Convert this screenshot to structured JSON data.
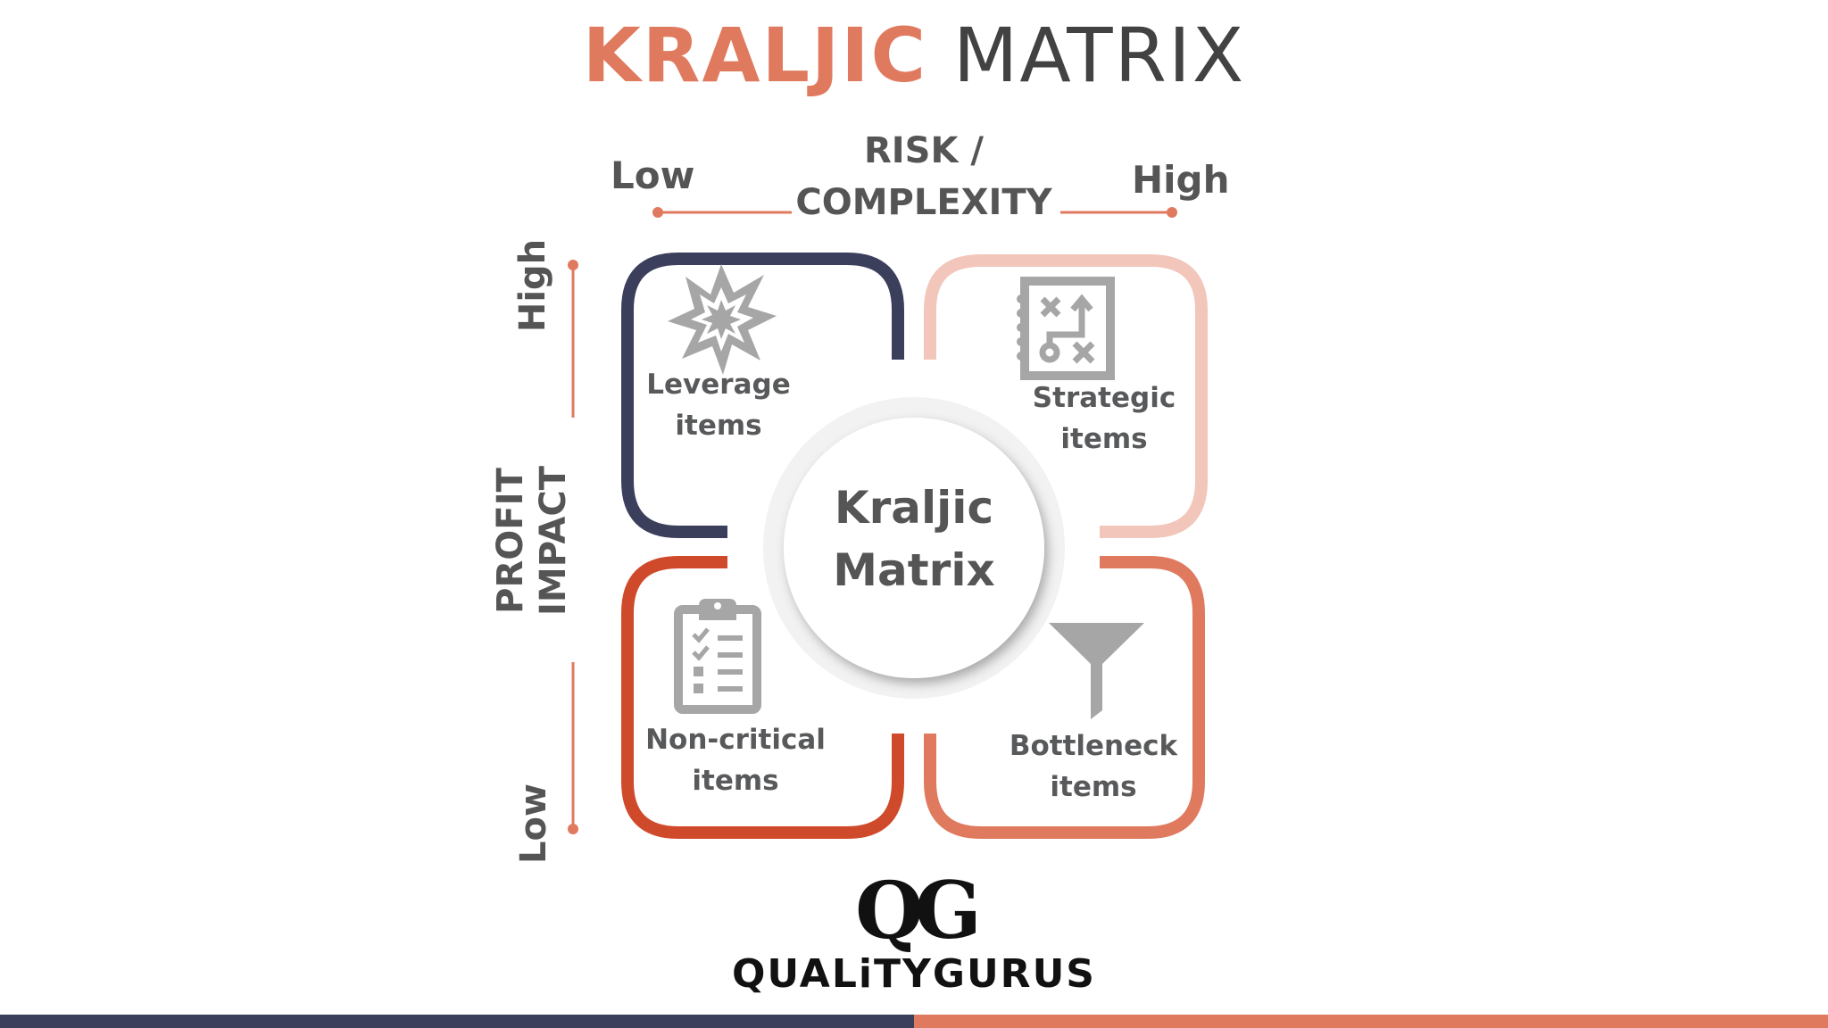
{
  "title": {
    "part1": "KRALJIC",
    "part2": "MATRIX"
  },
  "colors": {
    "accent": "#e07a5f",
    "navy": "#3b3f5c",
    "leverage_border": "#3b3f5c",
    "strategic_border": "#f2c6bb",
    "noncritical_border": "#cf4a2a",
    "bottleneck_border": "#df7a5f",
    "icon_gray": "#a6a6a6",
    "text_gray": "#58595b"
  },
  "x_axis": {
    "label_line1": "RISK /",
    "label_line2": "COMPLEXITY",
    "low": "Low",
    "high": "High"
  },
  "y_axis": {
    "label_line1": "PROFIT",
    "label_line2": "IMPACT",
    "low": "Low",
    "high": "High"
  },
  "center": {
    "line1": "Kraljic",
    "line2": "Matrix"
  },
  "quadrants": [
    {
      "position": "top-left",
      "line1": "Leverage",
      "line2": "items",
      "icon": "starburst-icon"
    },
    {
      "position": "top-right",
      "line1": "Strategic",
      "line2": "items",
      "icon": "playbook-strategy-icon"
    },
    {
      "position": "bottom-left",
      "line1": "Non-critical",
      "line2": "items",
      "icon": "clipboard-checklist-icon"
    },
    {
      "position": "bottom-right",
      "line1": "Bottleneck",
      "line2": "items",
      "icon": "funnel-icon"
    }
  ],
  "logo": {
    "mark": "QG",
    "name": "QUALiTYGURUS"
  }
}
